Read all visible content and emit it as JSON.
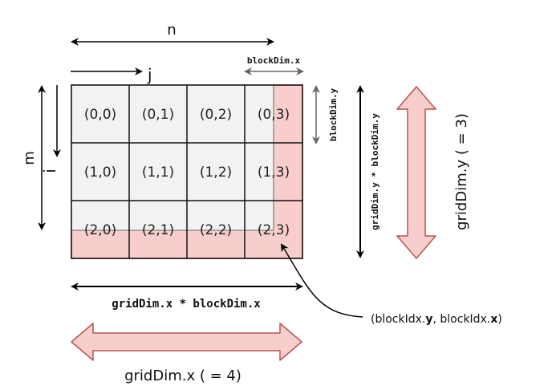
{
  "diagram": {
    "labels": {
      "n": "n",
      "j": "j",
      "m": "m",
      "i": "i",
      "block_dim_x": "blockDim.x",
      "block_dim_y": "blockDim.y",
      "grid_block_y": "gridDim.y * blockDim.y",
      "grid_dim_y": "gridDim.y ( = 3)",
      "grid_block_x": "gridDim.x * blockDim.x",
      "grid_dim_x": "gridDim.x ( = 4)",
      "block_idx_open": "(blockIdx.",
      "block_idx_y": "y",
      "block_idx_mid": ", blockIdx.",
      "block_idx_x": "x",
      "block_idx_close": ")"
    },
    "cells": [
      [
        "(0,0)",
        "(0,1)",
        "(0,2)",
        "(0,3)"
      ],
      [
        "(1,0)",
        "(1,1)",
        "(1,2)",
        "(1,3)"
      ],
      [
        "(2,0)",
        "(2,1)",
        "(2,2)",
        "(2,3)"
      ]
    ],
    "colors": {
      "cell_fill": "#f2f2f2",
      "padding_fill": "#f8cecc",
      "padding_stroke": "#b85450",
      "arrow_fill": "#f8cecc",
      "grid_stroke": "#111111"
    }
  }
}
